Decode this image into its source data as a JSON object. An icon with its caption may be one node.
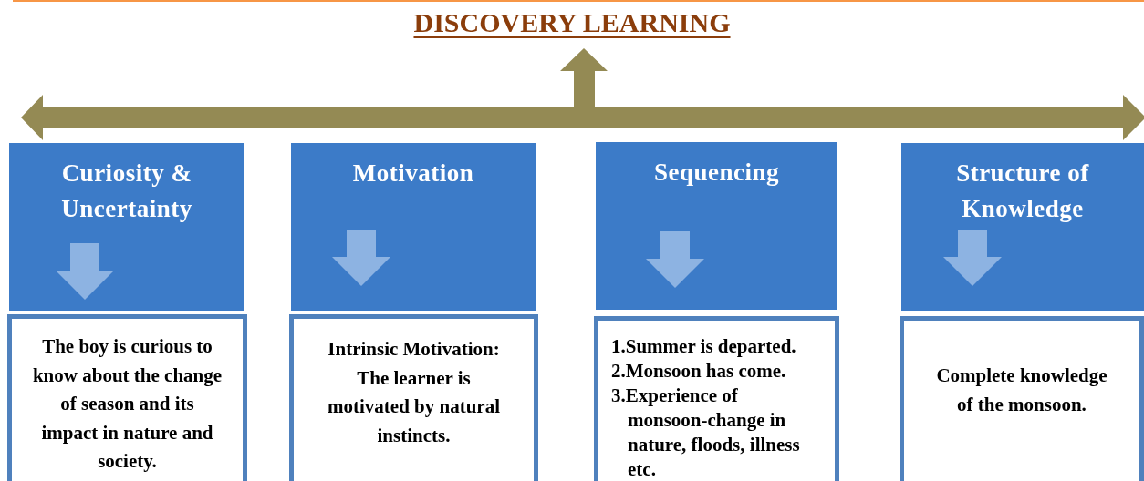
{
  "diagram": {
    "title": "DISCOVERY LEARNING",
    "nodes": [
      {
        "text": [
          "Curiosity & Uncertainty"
        ]
      },
      {
        "text": [
          "Motivation"
        ]
      },
      {
        "text": [
          "Sequencing"
        ]
      },
      {
        "text": [
          "Structure of Knowledge"
        ]
      },
      {
        "text": [
          "The boy is curious to know about the change of season and its impact in nature and society."
        ]
      },
      {
        "text": [
          "Intrinsic Motivation: The learner is motivated by natural instincts."
        ]
      },
      {
        "text": [
          "1.Summer is departed.",
          "2.Monsoon has come.",
          "3.Experience of monsoon-change in nature, floods, illness etc."
        ]
      },
      {
        "text": [
          "Complete knowledge of the monsoon."
        ]
      }
    ]
  }
}
